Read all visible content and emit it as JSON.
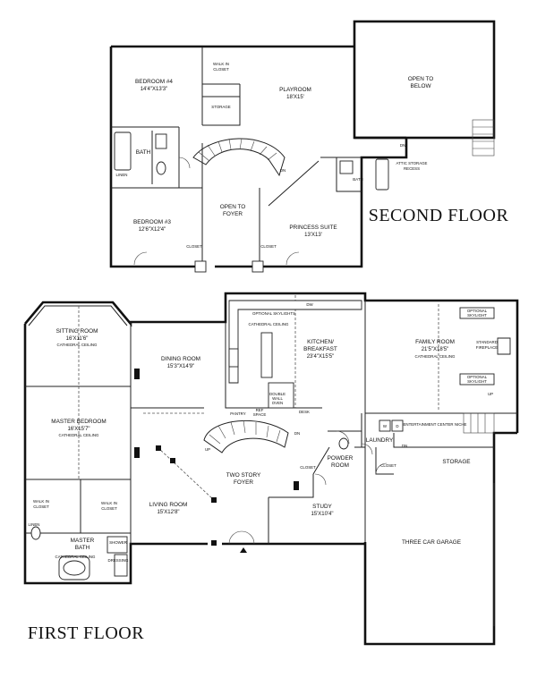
{
  "floors": {
    "second": {
      "title": "SECOND FLOOR",
      "rooms": {
        "bedroom4": {
          "name": "BEDROOM #4",
          "dims": "14'4\"X13'3\""
        },
        "walkin": {
          "line1": "WALK IN",
          "line2": "CLOSET"
        },
        "storage": {
          "name": "STORAGE"
        },
        "playroom": {
          "name": "PLAYROOM",
          "dims": "18'X15'"
        },
        "open_below": {
          "line1": "OPEN TO",
          "line2": "BELOW"
        },
        "bath": {
          "name": "BATH"
        },
        "linen": {
          "name": "LINEN"
        },
        "open_foyer": {
          "line1": "OPEN TO",
          "line2": "FOYER"
        },
        "bedroom3": {
          "name": "BEDROOM #3",
          "dims": "12'6\"X12'4\""
        },
        "closet_left": {
          "name": "CLOSET"
        },
        "closet_right": {
          "name": "CLOSET"
        },
        "princess": {
          "name": "PRINCESS SUITE",
          "dims": "13'X13'"
        },
        "bath2": {
          "name": "BATH"
        },
        "attic": {
          "line1": "ATTIC STORAGE",
          "line2": "RECESS"
        },
        "dn_stair": {
          "name": "DN"
        },
        "dn_right": {
          "name": "DN"
        }
      }
    },
    "first": {
      "title": "FIRST FLOOR",
      "rooms": {
        "sitting": {
          "name": "SITTING ROOM",
          "dims": "16'X11'6\"",
          "note": "CATHEDRAL CEILING"
        },
        "master_bed": {
          "name": "MASTER BEDROOM",
          "dims": "16'X15'7\"",
          "note": "CATHEDRAL CEILING"
        },
        "walkin_l": {
          "line1": "WALK IN",
          "line2": "CLOSET"
        },
        "walkin_r": {
          "line1": "WALK IN",
          "line2": "CLOSET"
        },
        "linen": {
          "name": "LINEN"
        },
        "master_bath": {
          "line1": "MASTER",
          "line2": "BATH",
          "note": "CATHEDRAL CEILING"
        },
        "shower": {
          "name": "SHOWER"
        },
        "dressing": {
          "name": "DRESSING"
        },
        "dining": {
          "name": "DINING ROOM",
          "dims": "15'3\"X14'9\""
        },
        "kitchen": {
          "line1": "KITCHEN/",
          "line2": "BREAKFAST",
          "dims": "23'4\"X15'5\""
        },
        "optional_skylights": {
          "name": "OPTIONAL SKYLIGHTS"
        },
        "kitchen_ceiling": {
          "name": "CATHEDRAL CEILING"
        },
        "dw": {
          "name": "DW"
        },
        "pantry": {
          "name": "PANTRY"
        },
        "ref_space": {
          "line1": "REF",
          "line2": "SPACE"
        },
        "double_oven": {
          "line1": "DOUBLE",
          "line2": "WALL",
          "line3": "OVEN"
        },
        "desk": {
          "name": "DESK"
        },
        "family": {
          "name": "FAMILY ROOM",
          "dims": "21'5\"X18'5\"",
          "note": "CATHEDRAL CEILING"
        },
        "opt_skylight_top": {
          "line1": "OPTIONAL",
          "line2": "SKYLIGHT"
        },
        "opt_skylight_bottom": {
          "line1": "OPTIONAL",
          "line2": "SKYLIGHT"
        },
        "fireplace": {
          "line1": "STANDARD",
          "line2": "FIREPLACE"
        },
        "up_family": {
          "name": "UP"
        },
        "entertainment": {
          "name": "ENTERTAINMENT CENTER NICHE"
        },
        "laundry": {
          "name": "LAUNDRY"
        },
        "washer": {
          "name": "W"
        },
        "dryer": {
          "name": "D"
        },
        "dn_laundry": {
          "name": "DN"
        },
        "closet_laundry": {
          "name": "CLOSET"
        },
        "powder": {
          "line1": "POWDER",
          "line2": "ROOM"
        },
        "closet_foyer": {
          "name": "CLOSET"
        },
        "foyer": {
          "line1": "TWO STORY",
          "line2": "FOYER"
        },
        "up_stair": {
          "name": "UP"
        },
        "dn_stair": {
          "name": "DN"
        },
        "living": {
          "name": "LIVING ROOM",
          "dims": "15'X12'8\""
        },
        "study": {
          "name": "STUDY",
          "dims": "15'X10'4\""
        },
        "storage": {
          "name": "STORAGE"
        },
        "garage": {
          "name": "THREE CAR GARAGE"
        }
      }
    }
  }
}
